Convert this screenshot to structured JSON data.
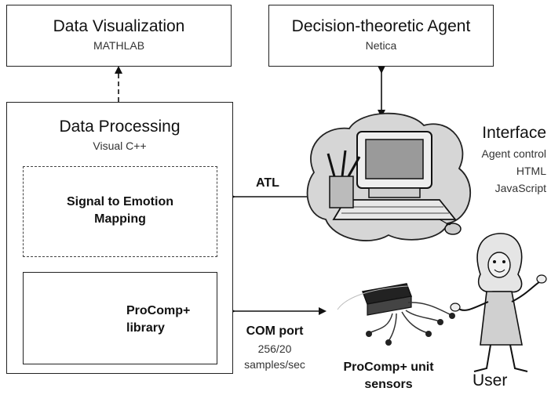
{
  "data_visualization": {
    "title": "Data Visualization",
    "subtitle": "MATHLAB"
  },
  "decision_agent": {
    "title": "Decision-theoretic Agent",
    "subtitle": "Netica"
  },
  "data_processing": {
    "title": "Data Processing",
    "subtitle": "Visual C++"
  },
  "signal_mapping": {
    "line1": "Signal to Emotion",
    "line2": "Mapping"
  },
  "procomp_library": {
    "line1": "ProComp+",
    "line2": "library"
  },
  "interface": {
    "title": "Interface",
    "items": [
      "Agent control",
      "HTML",
      "JavaScript"
    ]
  },
  "atl_label": "ATL",
  "com_port": {
    "title": "COM port",
    "line1": "256/20",
    "line2": "samples/sec"
  },
  "procomp_unit": {
    "line1": "ProComp+ unit",
    "line2": "sensors"
  },
  "user_label": "User"
}
